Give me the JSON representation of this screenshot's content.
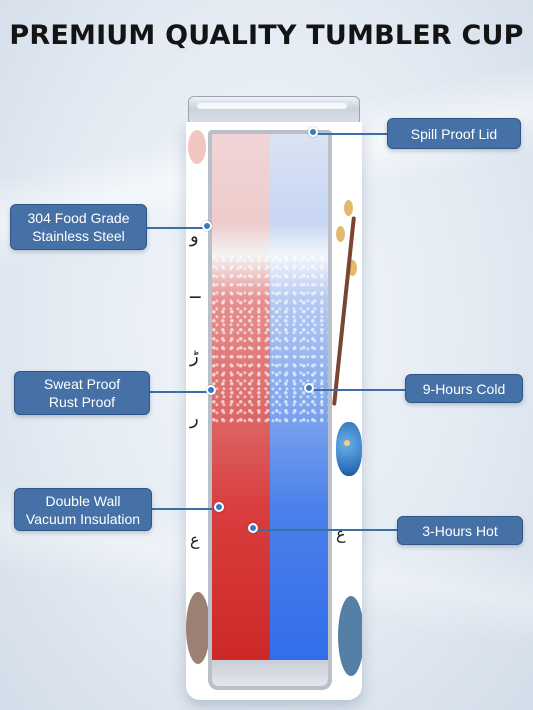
{
  "headline": "PREMIUM QUALITY TUMBLER CUP",
  "callouts": {
    "spill_proof_lid": "Spill Proof Lid",
    "stainless_steel": [
      "304 Food Grade",
      "Stainless Steel"
    ],
    "sweat_rust": [
      "Sweat Proof",
      "Rust Proof"
    ],
    "double_wall": [
      "Double Wall",
      "Vacuum Insulation"
    ],
    "cold": "9-Hours Cold",
    "hot": "3-Hours Hot"
  },
  "colors": {
    "callout_fill": "#4671a7",
    "hot_liquid": "#cc2525",
    "cold_liquid": "#2e6bea"
  },
  "icons": {
    "marker": "dot-marker"
  }
}
